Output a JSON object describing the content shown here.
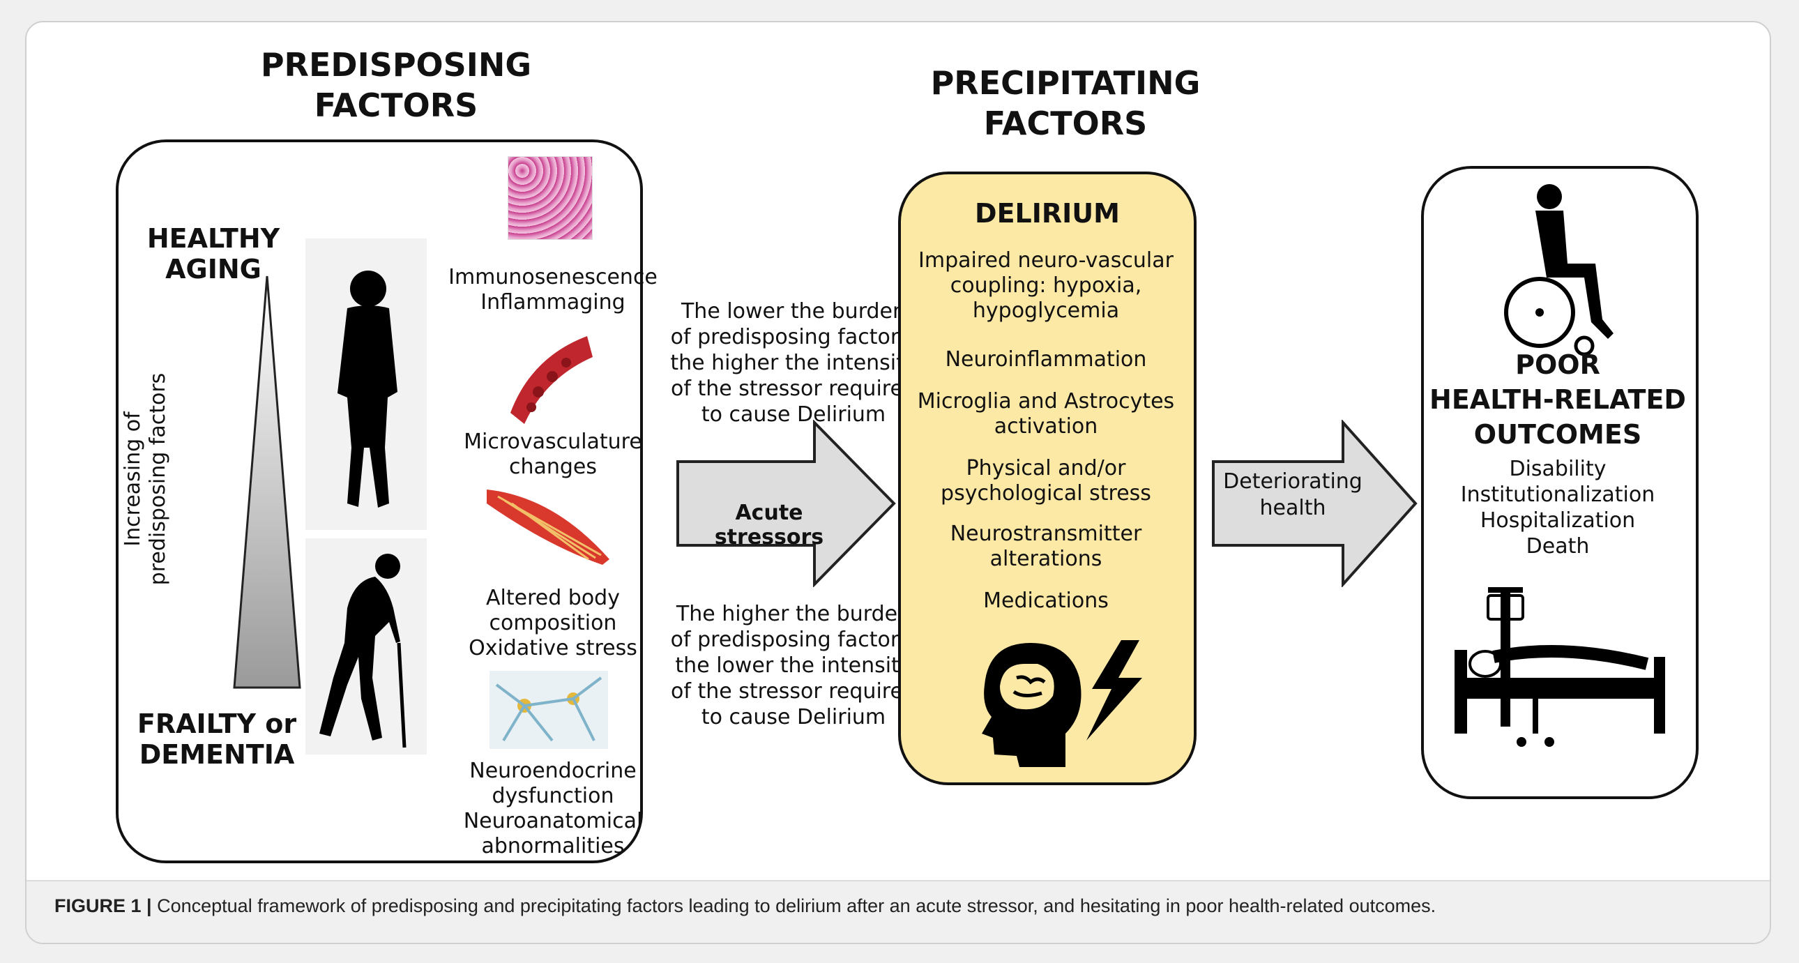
{
  "predisposing": {
    "title_line1": "PREDISPOSING",
    "title_line2": "FACTORS",
    "top_label_line1": "HEALTHY",
    "top_label_line2": "AGING",
    "bottom_label_line1": "FRAILTY or",
    "bottom_label_line2": "DEMENTIA",
    "axis_label_line1": "Increasing of",
    "axis_label_line2": "predisposing factors",
    "items": [
      {
        "line1": "Immunosenescence",
        "line2": "Inflammaging"
      },
      {
        "line1": "Microvasculature",
        "line2": "changes"
      },
      {
        "line1": "Altered body",
        "line2": "composition",
        "line3": "Oxidative stress"
      },
      {
        "line1": "Neuroendocrine",
        "line2": "dysfunction",
        "line3": "Neuroanatomical",
        "line4": "abnormalities"
      }
    ]
  },
  "middle_text": {
    "upper": [
      "The lower the burden",
      "of predisposing factors,",
      "the higher the intensity",
      "of the stressor required",
      "to cause Delirium"
    ],
    "lower": [
      "The higher the burden",
      "of predisposing factors,",
      "the lower the intensity",
      "of the stressor required",
      "to cause Delirium"
    ]
  },
  "arrows": {
    "acute": "Acute stressors",
    "deteriorating_line1": "Deteriorating",
    "deteriorating_line2": "health"
  },
  "precipitating": {
    "title_line1": "PRECIPITATING",
    "title_line2": "FACTORS",
    "box_title": "DELIRIUM",
    "items": [
      [
        "Impaired neuro-vascular",
        "coupling: hypoxia,",
        "hypoglycemia"
      ],
      [
        "Neuroinflammation"
      ],
      [
        "Microglia and Astrocytes",
        "activation"
      ],
      [
        "Physical and/or",
        "psychological stress"
      ],
      [
        "Neurostransmitter",
        "alterations"
      ],
      [
        "Medications"
      ]
    ]
  },
  "outcomes": {
    "title_line1": "POOR",
    "title_line2": "HEALTH-RELATED",
    "title_line3": "OUTCOMES",
    "items": [
      "Disability",
      "Institutionalization",
      "Hospitalization",
      "Death"
    ]
  },
  "caption": {
    "label": "FIGURE 1 |",
    "text": "Conceptual framework of predisposing and precipitating factors leading to delirium after an acute stressor, and hesitating in poor health-related outcomes."
  },
  "colors": {
    "delirium_fill": "#fde9a6",
    "arrow_fill": "#dddddd",
    "border": "#111111"
  }
}
